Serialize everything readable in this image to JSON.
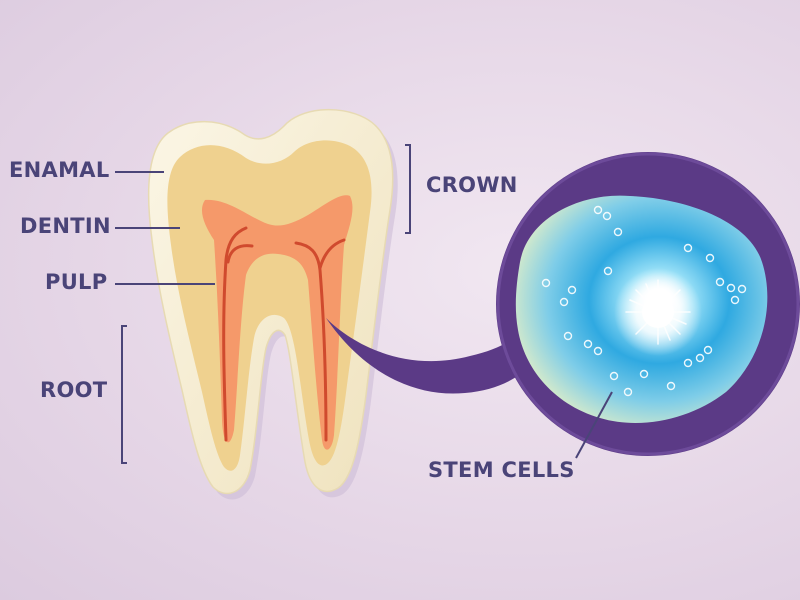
{
  "labels": {
    "enamal": "ENAMAL",
    "dentin": "DENTIN",
    "pulp": "PULP",
    "root": "ROOT",
    "crown": "CROWN",
    "stem_cells": "STEM CELLS"
  },
  "colors": {
    "text": "#4a4478",
    "enamel": "#f6efd6",
    "dentin": "#efd18f",
    "pulp": "#f5996a",
    "nerve": "#d04a2e",
    "callout": "#5b3a86",
    "cell_glow": "#3fb8e8"
  }
}
